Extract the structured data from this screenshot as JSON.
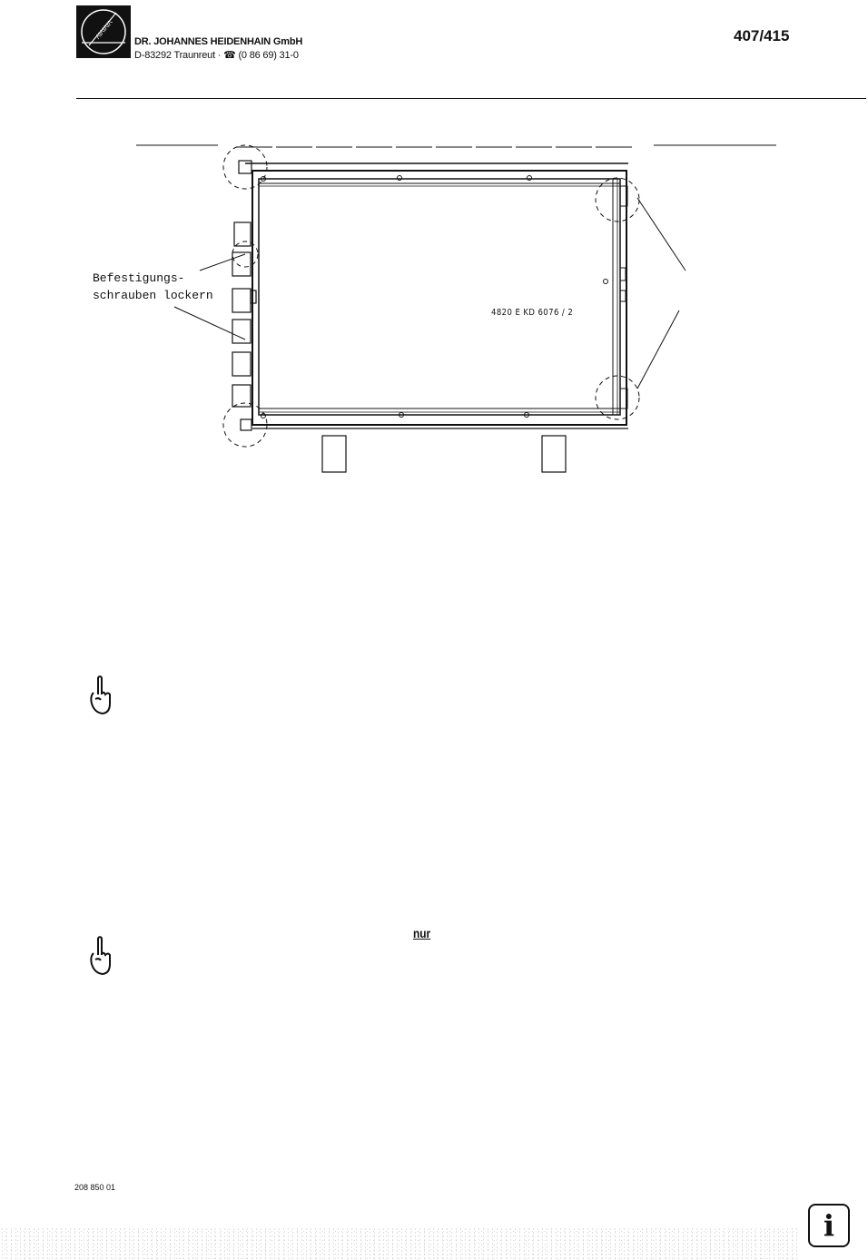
{
  "header": {
    "logo_icon": "heidenhain-logo-icon",
    "company_line1": "DR. JOHANNES HEIDENHAIN GmbH",
    "company_line2": "D-83292 Traunreut · ☎ (0 86 69) 31-0",
    "page_number": "407/415"
  },
  "figure": {
    "label_line1": "Befestigungs-",
    "label_line2": "schrauben lockern",
    "part_number": "4820 E KD 6076 / 2"
  },
  "notes": [
    {
      "icon": "pointing-hand-icon"
    },
    {
      "icon": "pointing-hand-icon",
      "emphasis_word": "nur"
    }
  ],
  "footer": {
    "doc_number": "208 850 01",
    "info_icon_glyph": "i"
  }
}
